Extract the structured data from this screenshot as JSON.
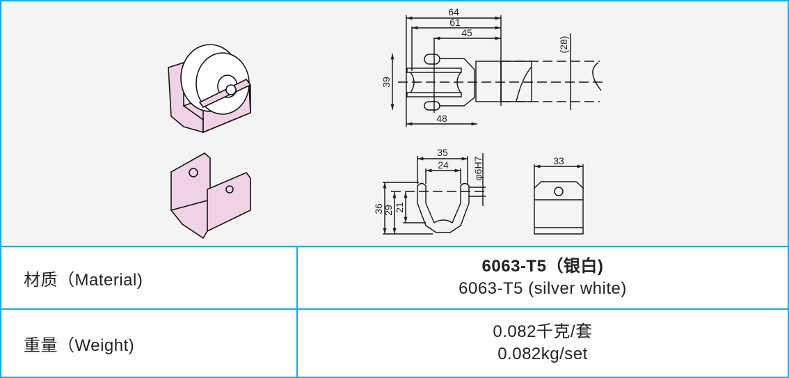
{
  "drawing": {
    "top_view_dims": {
      "d64": "64",
      "d61": "61",
      "d45": "45",
      "d39": "39",
      "d48": "48",
      "d28": "(28)"
    },
    "section_dims": {
      "d35": "35",
      "d24": "24",
      "dia": "φ6H7",
      "d36": "36",
      "d29": "29",
      "d21": "21"
    },
    "side_dims": {
      "d33": "33"
    },
    "part_color": "#efd3e4",
    "border_color": "#16aae6"
  },
  "specs": [
    {
      "label": "材质（Material)",
      "value_cn": "6063-T5（银白)",
      "value_en": "6063-T5 (silver white)"
    },
    {
      "label": "重量（Weight)",
      "value_cn": "0.082千克/套",
      "value_en": "0.082kg/set"
    }
  ]
}
